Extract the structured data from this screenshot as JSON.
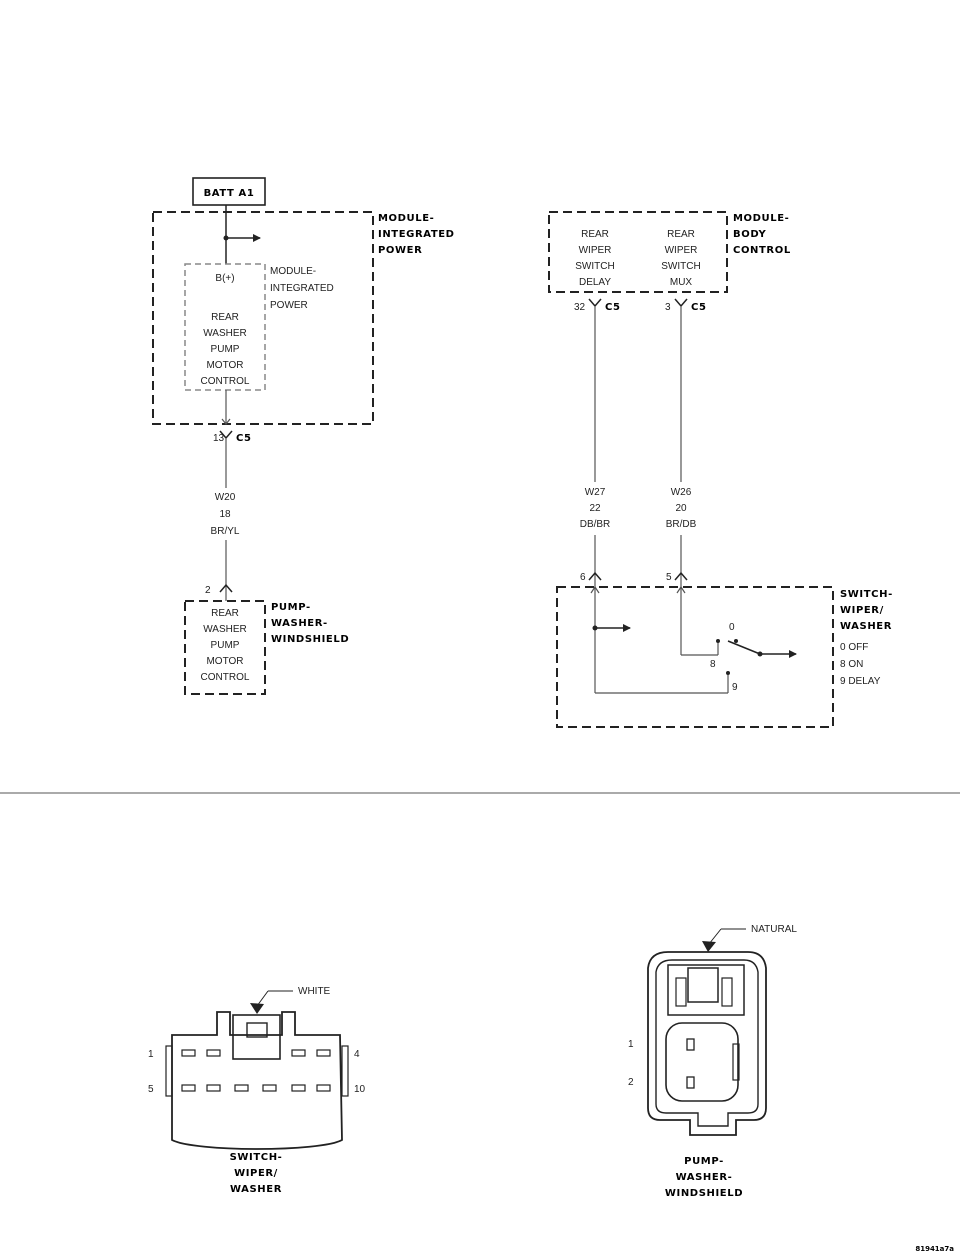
{
  "batt": "BATT A1",
  "module_ip": {
    "title": [
      "MODULE-",
      "INTEGRATED",
      "POWER"
    ],
    "inner_title": [
      "MODULE-",
      "INTEGRATED",
      "POWER"
    ],
    "bplus": "B(+)",
    "circuit": [
      "REAR",
      "WASHER",
      "PUMP",
      "MOTOR",
      "CONTROL"
    ]
  },
  "conn_ip": {
    "pin": "13",
    "name": "C5"
  },
  "wire_left": [
    "W20",
    "18",
    "BR/YL"
  ],
  "pump": {
    "pin": "2",
    "circuit": [
      "REAR",
      "WASHER",
      "PUMP",
      "MOTOR",
      "CONTROL"
    ],
    "title": [
      "PUMP-",
      "WASHER-",
      "WINDSHIELD"
    ]
  },
  "bcm": {
    "title": [
      "MODULE-",
      "BODY",
      "CONTROL"
    ],
    "circuit_a": [
      "REAR",
      "WIPER",
      "SWITCH",
      "DELAY"
    ],
    "circuit_b": [
      "REAR",
      "WIPER",
      "SWITCH",
      "MUX"
    ],
    "pin_a": "32",
    "pin_b": "3",
    "conn": "C5"
  },
  "wire_a": [
    "W27",
    "22",
    "DB/BR"
  ],
  "wire_b": [
    "W26",
    "20",
    "BR/DB"
  ],
  "switch": {
    "pin_a": "6",
    "pin_b": "5",
    "title": [
      "SWITCH-",
      "WIPER/",
      "WASHER"
    ],
    "modes": [
      "0 OFF",
      "8 ON",
      "9 DELAY"
    ],
    "pos_0": "0",
    "pos_8": "8",
    "pos_9": "9"
  },
  "conn_switch": {
    "color": "WHITE",
    "pin_tl": "1",
    "pin_tr": "4",
    "pin_bl": "5",
    "pin_br": "10",
    "title": [
      "SWITCH-",
      "WIPER/",
      "WASHER"
    ]
  },
  "conn_pump": {
    "color": "NATURAL",
    "pin_1": "1",
    "pin_2": "2",
    "title": [
      "PUMP-",
      "WASHER-",
      "WINDSHIELD"
    ]
  },
  "figure_id": "81941a7a"
}
